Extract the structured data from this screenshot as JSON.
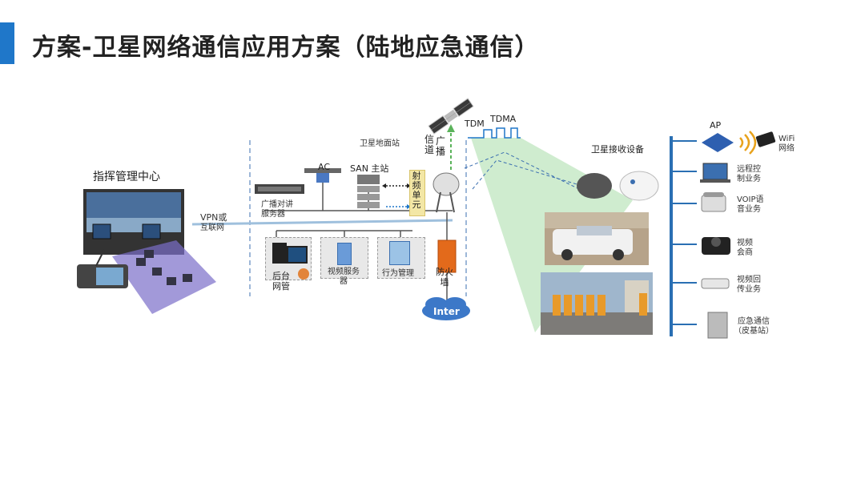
{
  "title": "方案-卫星网络通信应用方案（陆地应急通信）",
  "command_center": {
    "label": "指挥管理中心"
  },
  "link": {
    "label1": "VPN或",
    "label2": "互联网"
  },
  "ground_station": {
    "title": "卫星地面站",
    "broadcast_server": "广播对讲\n服务器",
    "ac": "AC",
    "san": "SAN 主站",
    "rf_unit": "射频单元",
    "broadcast_channel": "信\n道",
    "broadcast": "广\n播",
    "backend": "后台\n网管",
    "video_server": "视频服务\n器",
    "behavior": "行为管理",
    "firewall": "防火\n墙",
    "internet": "Inter"
  },
  "satellite": {
    "tdm": "TDM",
    "tdma": "TDMA"
  },
  "receiver": {
    "title": "卫星接收设备"
  },
  "services": [
    {
      "name": "AP",
      "desc": "WiFi\n网络"
    },
    {
      "name": "",
      "desc": "远程控\n制业务"
    },
    {
      "name": "",
      "desc": "VOIP语\n音业务"
    },
    {
      "name": "",
      "desc": "视频\n会商"
    },
    {
      "name": "",
      "desc": "视频回\n传业务"
    },
    {
      "name": "",
      "desc": "应急通信\n（皮基站）"
    }
  ],
  "colors": {
    "accent": "#1f77c9",
    "network_line": "#8fb3d6",
    "bus": "#2a6fb3",
    "beam": "#8fd18f"
  }
}
